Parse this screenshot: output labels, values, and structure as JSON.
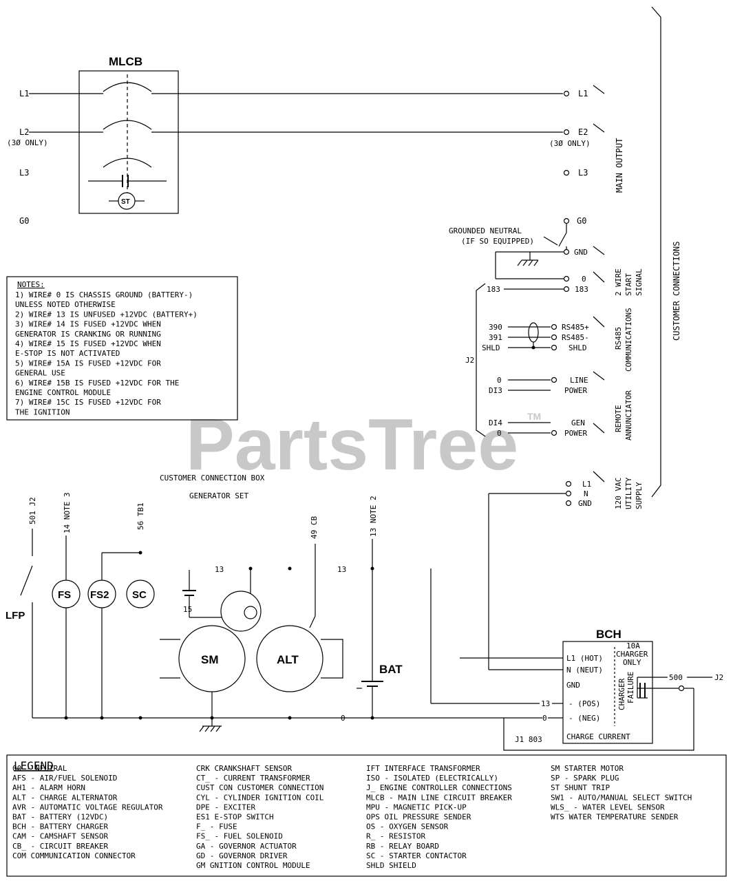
{
  "title": "MLCB",
  "watermark": {
    "text": "PartsTree",
    "tm": "TM"
  },
  "breaker_labels": {
    "l1_in": "L1",
    "l2_in": "L2",
    "l2_note": "(3Ø ONLY)",
    "l3_in": "L3",
    "g0_in": "G0",
    "st": "ST",
    "l1_out": "L1",
    "e2_out": "E2",
    "e2_note": "(3Ø ONLY)",
    "l3_out": "L3",
    "g0_out": "G0"
  },
  "main_output": "MAIN OUTPUT",
  "customer_connections": "CUSTOMER CONNECTIONS",
  "grounded_neutral": [
    "GROUNDED NEUTRAL",
    "(IF SO EQUIPPED)"
  ],
  "terminals": {
    "gnd": "GND",
    "c0": "0",
    "t183": "183",
    "t183_left": "183",
    "rs_plus": "RS485+",
    "rs_minus": "RS485-",
    "shld": "SHLD",
    "w390": "390",
    "w391": "391",
    "shld_left": "SHLD",
    "line": "LINE",
    "power1": "POWER",
    "w0a": "0",
    "w0i3": "DI3",
    "gen": "GEN",
    "power2": "POWER",
    "wdi4": "DI4",
    "w0b": "0",
    "j2": "J2",
    "ul1": "L1",
    "un": "N",
    "ugnd": "GND"
  },
  "group_labels": {
    "two_wire": [
      "2 WIRE",
      "START",
      "SIGNAL"
    ],
    "rs485": [
      "RS485",
      "COMMUNICATIONS"
    ],
    "remote": [
      "REMOTE",
      "ANNUNCIATOR"
    ],
    "utility": [
      "120 VAC",
      "UTILITY",
      "SUPPLY"
    ]
  },
  "notes": {
    "title": "NOTES:",
    "lines": [
      "1) WIRE# 0 IS CHASSIS GROUND (BATTERY-)",
      "   UNLESS NOTED OTHERWISE",
      "2) WIRE# 13 IS UNFUSED +12VDC (BATTERY+)",
      "3) WIRE# 14 IS FUSED +12VDC WHEN",
      "   GENERATOR IS CRANKING OR RUNNING",
      "4) WIRE# 15 IS FUSED +12VDC WHEN",
      "   E-STOP IS NOT ACTIVATED",
      "5) WIRE# 15A IS FUSED +12VDC FOR",
      "   GENERAL USE",
      "6) WIRE# 15B IS FUSED +12VDC FOR THE",
      "   ENGINE CONTROL MODULE",
      "7) WIRE# 15C IS FUSED +12VDC FOR",
      "   THE IGNITION"
    ]
  },
  "box_labels": {
    "ccb": "CUSTOMER CONNECTION BOX",
    "gen_set": "GENERATOR SET"
  },
  "wires": {
    "w501": "501 J2",
    "w14": "14 NOTE 3",
    "w56": "56 TB1",
    "w49": "49 CB",
    "w13n": "13 NOTE 2",
    "w13a": "13",
    "w13b": "13",
    "w15": "15",
    "w0": "0",
    "w13c": "13",
    "w0c": "0",
    "w500": "500",
    "j2r": "J2",
    "j1803": "J1 803"
  },
  "components": {
    "lfp": "LFP",
    "fs": "FS",
    "fs2": "FS2",
    "sc": "SC",
    "sm": "SM",
    "alt": "ALT",
    "bat": "BAT",
    "bch": "BCH"
  },
  "bch_labels": {
    "l1hot": "L1 (HOT)",
    "nneut": "N (NEUT)",
    "gnd": "GND",
    "pos": "- (POS)",
    "neg": "- (NEG)",
    "charger": [
      "10A",
      "CHARGER",
      "ONLY"
    ],
    "failure": [
      "CHARGER",
      "FAILURE"
    ],
    "current": "CHARGE CURRENT"
  },
  "legend": {
    "title": "LEGEND",
    "columns": [
      [
        "00  - NEUTRAL",
        "AFS - AIR/FUEL SOLENOID",
        "AH1 - ALARM HORN",
        "ALT - CHARGE ALTERNATOR",
        "AVR - AUTOMATIC VOLTAGE REGULATOR",
        "BAT - BATTERY (12VDC)",
        "BCH - BATTERY CHARGER",
        "CAM - CAMSHAFT SENSOR",
        "CB_ - CIRCUIT BREAKER",
        "COM   COMMUNICATION CONNECTOR"
      ],
      [
        "CRK    CRANKSHAFT SENSOR",
        "CT_ - CURRENT TRANSFORMER",
        "CUST CON   CUSTOMER CONNECTION",
        "CYL - CYLINDER IGNITION COIL",
        "DPE - EXCITER",
        "ES1   E-STOP SWITCH",
        "F_  - FUSE",
        "FS_ - FUEL SOLENOID",
        "GA  - GOVERNOR ACTUATOR",
        "GD  - GOVERNOR DRIVER",
        "GM    GNITION CONTROL MODULE"
      ],
      [
        "IFT    INTERFACE TRANSFORMER",
        "ISO - ISOLATED (ELECTRICALLY)",
        "J_   ENGINE CONTROLLER CONNECTIONS",
        "MLCB - MAIN LINE CIRCUIT BREAKER",
        "MPU - MAGNETIC PICK-UP",
        "OPS    OIL PRESSURE SENDER",
        "OS  - OXYGEN SENSOR",
        "R_  - RESISTOR",
        "RB  - RELAY BOARD",
        "SC  - STARTER CONTACTOR",
        "SHLD   SHIELD"
      ],
      [
        "SM     STARTER MOTOR",
        "SP  - SPARK PLUG",
        "ST    SHUNT TRIP",
        "SW1 - AUTO/MANUAL SELECT SWITCH",
        "WLS_ - WATER LEVEL SENSOR",
        "WTS     WATER TEMPERATURE SENDER"
      ]
    ]
  }
}
